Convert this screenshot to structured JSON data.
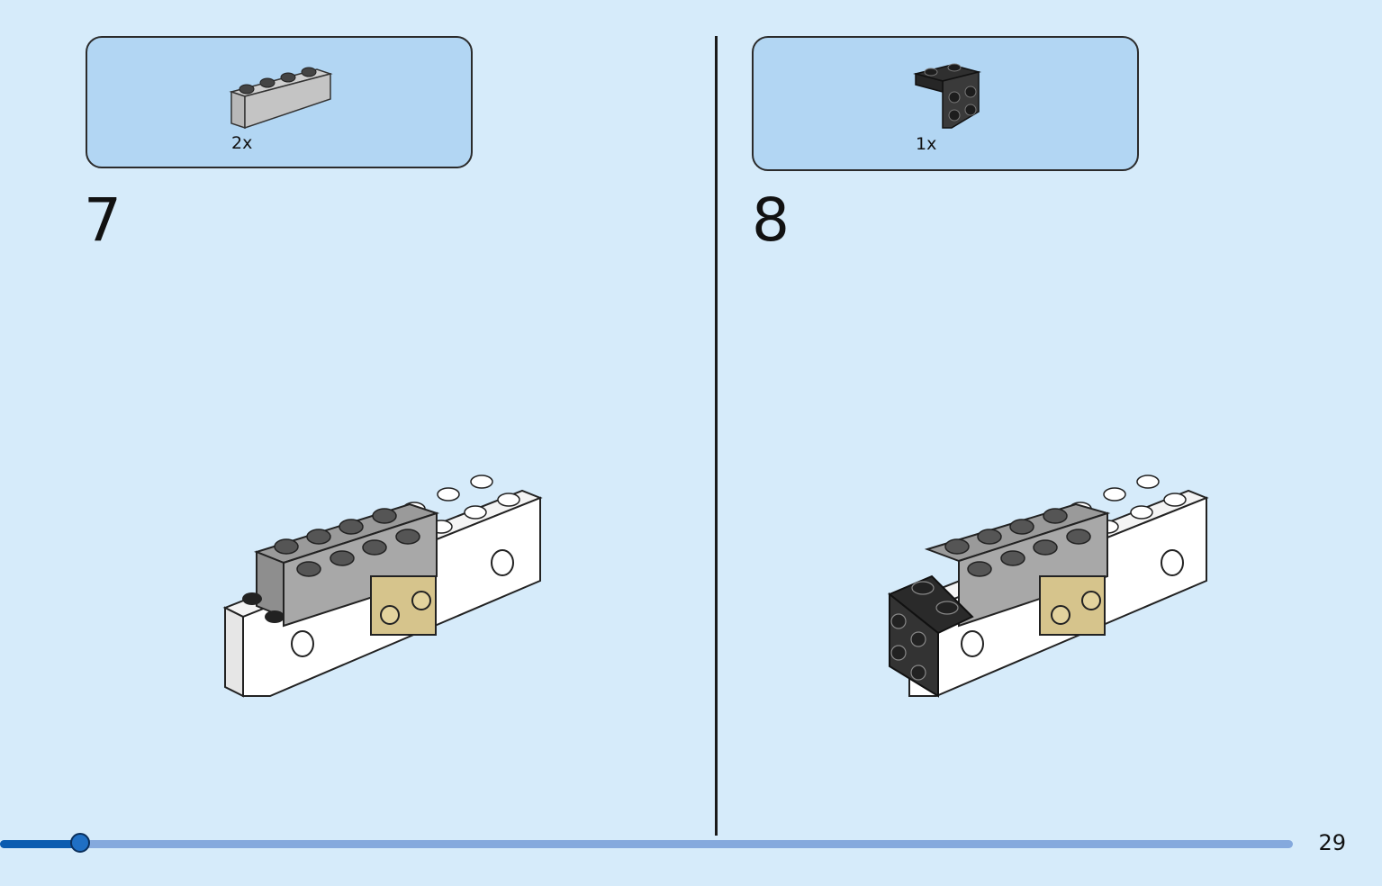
{
  "steps": [
    {
      "number": "7",
      "parts": [
        {
          "icon": "gray-1x4-brick",
          "quantity": "2x"
        }
      ]
    },
    {
      "number": "8",
      "parts": [
        {
          "icon": "black-2x2-angle-plate",
          "quantity": "1x"
        }
      ]
    }
  ],
  "progress": {
    "fraction": 0.062
  },
  "page_number": "29",
  "colors": {
    "background": "#d6ebfa",
    "parts_box": "#b2d6f3",
    "progress_track": "#85a9dd",
    "progress_fill": "#0b5cb0"
  }
}
